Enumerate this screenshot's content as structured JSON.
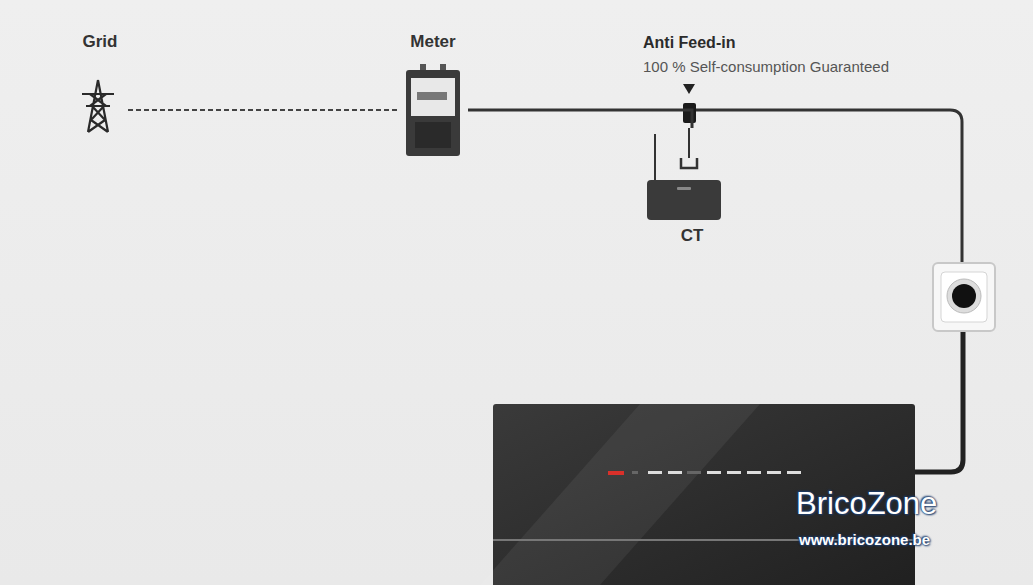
{
  "diagram": {
    "nodes": [
      {
        "text": [
          "Grid"
        ]
      },
      {
        "text": [
          "Meter"
        ]
      },
      {
        "text": [
          "CT"
        ]
      }
    ],
    "edges": [
      {
        "from": 0,
        "to": 1,
        "arrow": "none"
      },
      {
        "from": 1,
        "to": 2,
        "arrow": "none"
      }
    ],
    "labels": [
      "Anti Feed-in",
      "100 % Self-consumption Guaranteed",
      "BricoZone",
      "www.bricozone.be"
    ]
  }
}
